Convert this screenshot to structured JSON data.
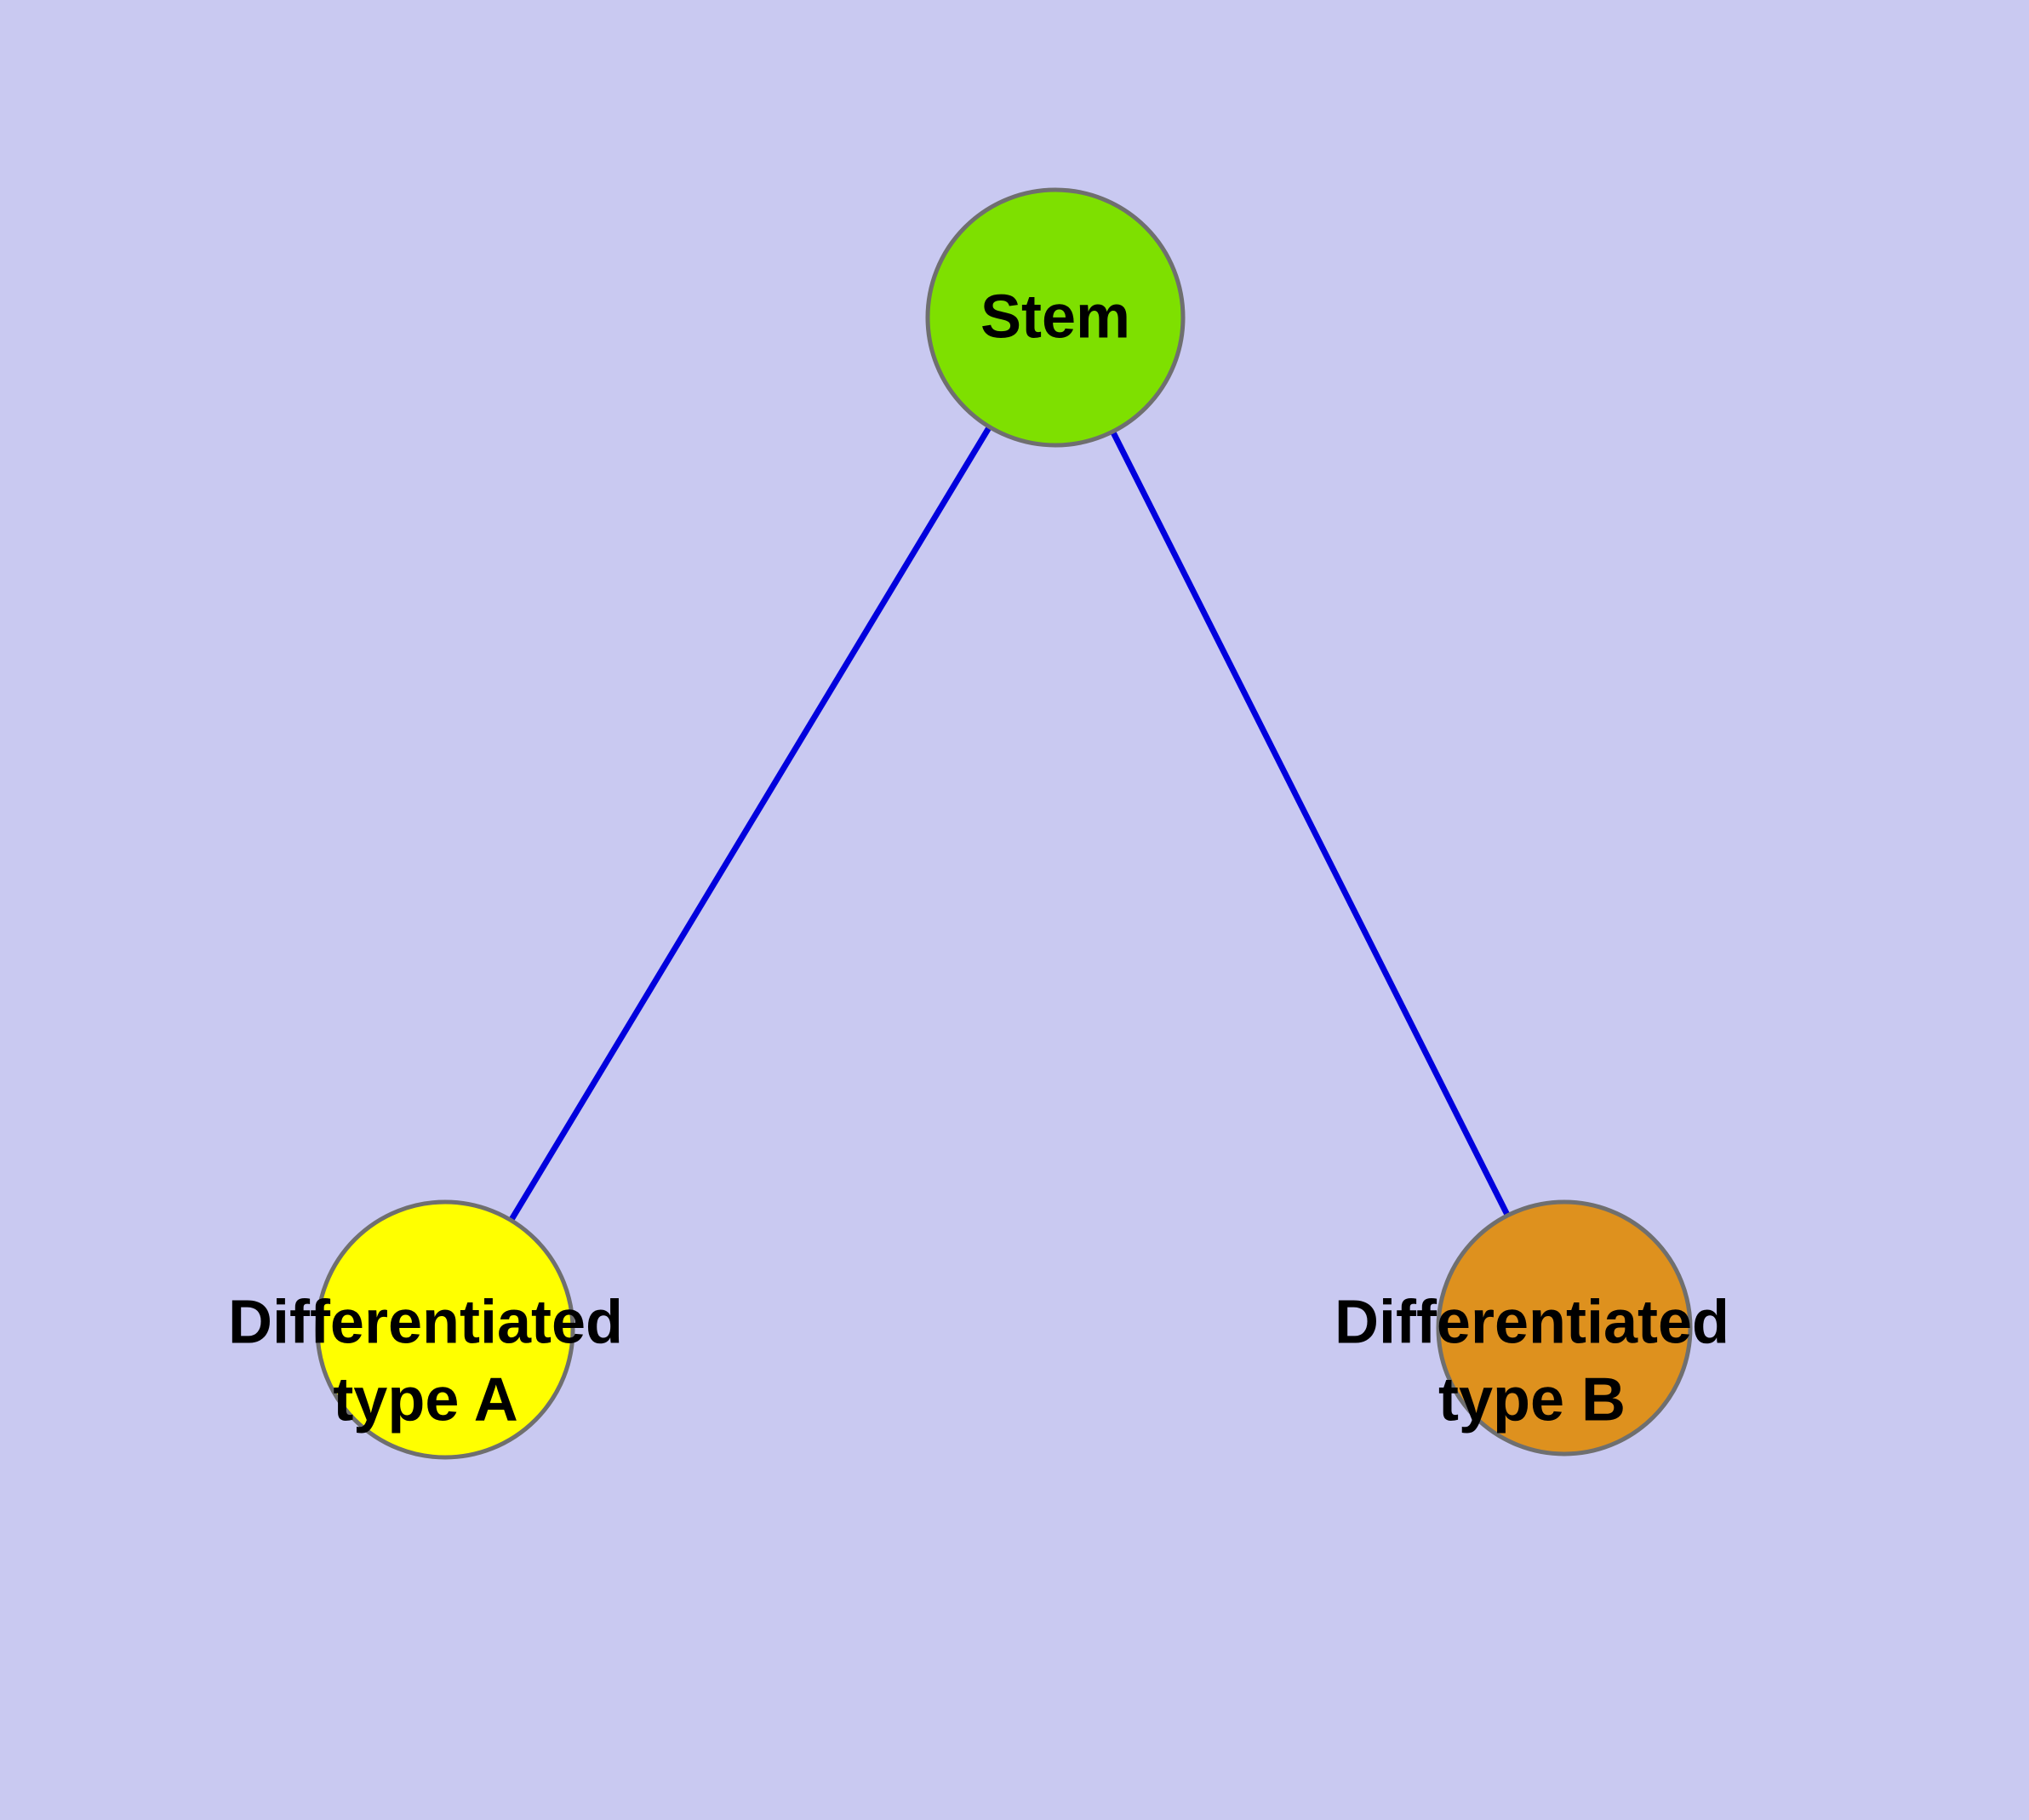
{
  "colors": {
    "background": "#c9c9f1",
    "edge": "#0000dd",
    "node_border": "#6f6f6f",
    "label_text": "#000000"
  },
  "nodes": [
    {
      "id": "stem",
      "lines": [
        "Stem"
      ],
      "color": "#7ee000"
    },
    {
      "id": "differentiated-type-a",
      "lines": [
        "Differentiated",
        "type A"
      ],
      "color": "#ffff00"
    },
    {
      "id": "differentiated-type-b",
      "lines": [
        "Differentiated",
        "type B"
      ],
      "color": "#de911e"
    }
  ],
  "edges": [
    {
      "from": "stem",
      "to": "differentiated-type-a"
    },
    {
      "from": "stem",
      "to": "differentiated-type-b"
    }
  ]
}
